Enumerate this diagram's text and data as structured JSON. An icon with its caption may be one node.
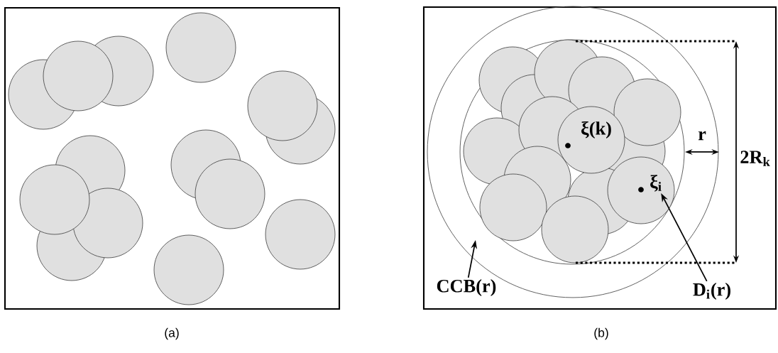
{
  "diagram": {
    "nodes": [
      {
        "text": [
          "ξ$_{i}$"
        ]
      },
      {
        "text": [
          "CCB(r)"
        ]
      },
      {
        "text": [
          "D$_{i}$(r)"
        ]
      }
    ],
    "edges": [
      {
        "from": 1,
        "to": null,
        "arrow": "to"
      },
      {
        "from": 2,
        "to": 0,
        "arrow": "to"
      }
    ],
    "labels": [
      "ξ(k)",
      "r",
      "2R$_{k}$",
      "(a)",
      "(b)"
    ]
  }
}
